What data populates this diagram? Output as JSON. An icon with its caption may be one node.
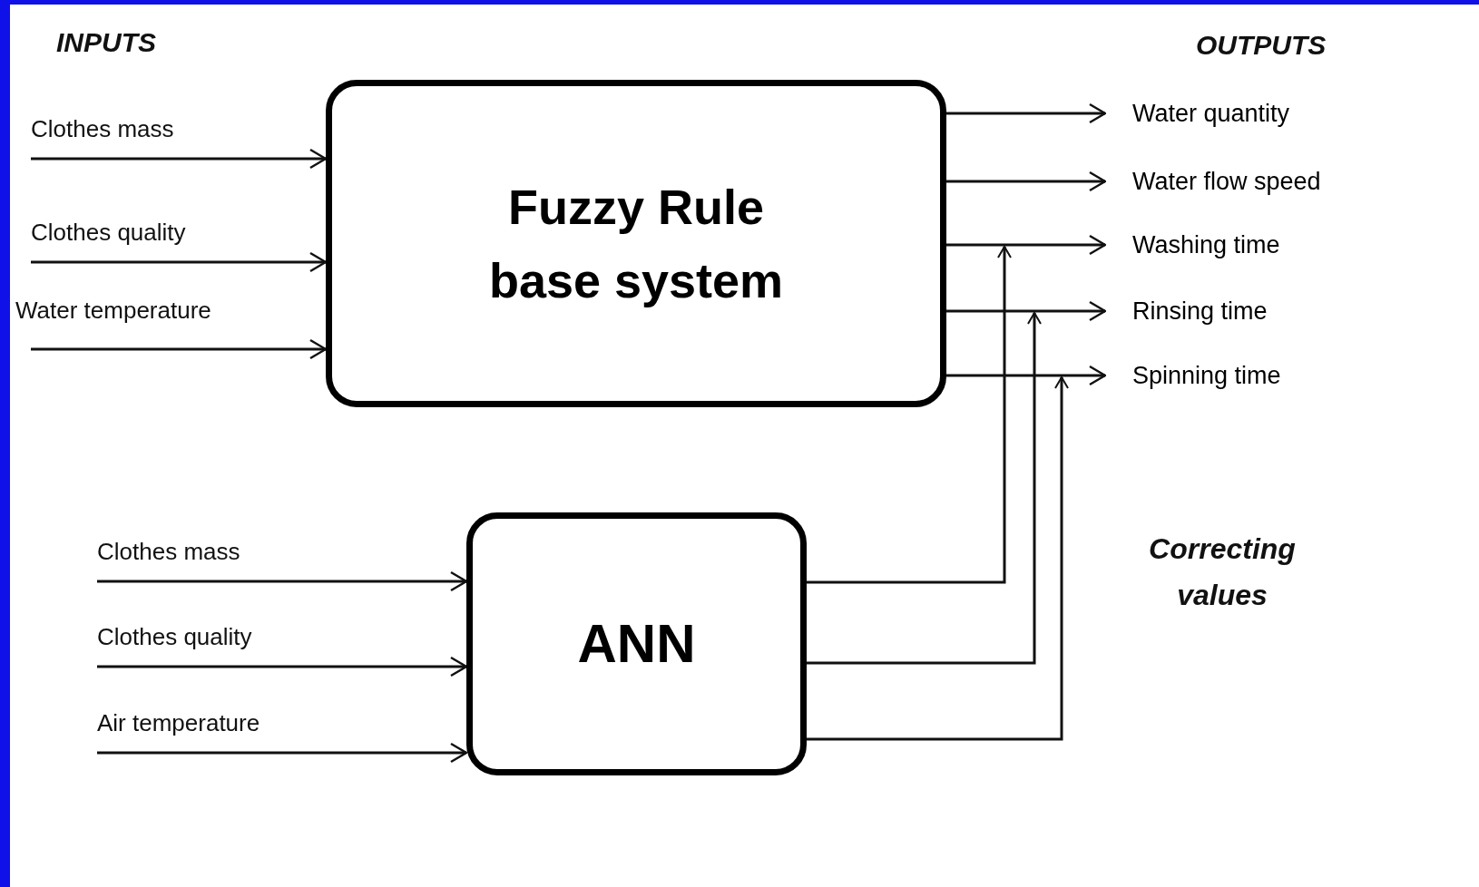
{
  "diagram": {
    "nodes": [
      {
        "text": [
          "Fuzzy Rule base system"
        ]
      },
      {
        "text": [
          "ANN"
        ]
      },
      {
        "text": [
          "Water quantity"
        ]
      },
      {
        "text": [
          "Water flow speed"
        ]
      },
      {
        "text": [
          "Washing time"
        ]
      },
      {
        "text": [
          "Rinsing time"
        ]
      },
      {
        "text": [
          "Spinning time"
        ]
      }
    ],
    "edges": [
      {
        "from": null,
        "to": 0,
        "arrow": "to",
        "label": "Clothes mass"
      },
      {
        "from": null,
        "to": 0,
        "arrow": "to",
        "label": "Clothes quality"
      },
      {
        "from": null,
        "to": 0,
        "arrow": "to",
        "label": "Water temperature"
      },
      {
        "from": null,
        "to": 1,
        "arrow": "to",
        "label": "Clothes mass"
      },
      {
        "from": null,
        "to": 1,
        "arrow": "to",
        "label": "Clothes quality"
      },
      {
        "from": null,
        "to": 1,
        "arrow": "to",
        "label": "Air temperature"
      },
      {
        "from": 0,
        "to": 2,
        "arrow": "to"
      },
      {
        "from": 0,
        "to": 3,
        "arrow": "to"
      },
      {
        "from": 0,
        "to": 4,
        "arrow": "to"
      },
      {
        "from": 0,
        "to": 5,
        "arrow": "to"
      },
      {
        "from": 0,
        "to": 6,
        "arrow": "to"
      },
      {
        "from": 1,
        "to": null,
        "arrow": "to"
      },
      {
        "from": 1,
        "to": null,
        "arrow": "to"
      },
      {
        "from": 1,
        "to": null,
        "arrow": "to"
      }
    ],
    "labels": [
      "INPUTS",
      "OUTPUTS",
      "Correcting values"
    ]
  }
}
